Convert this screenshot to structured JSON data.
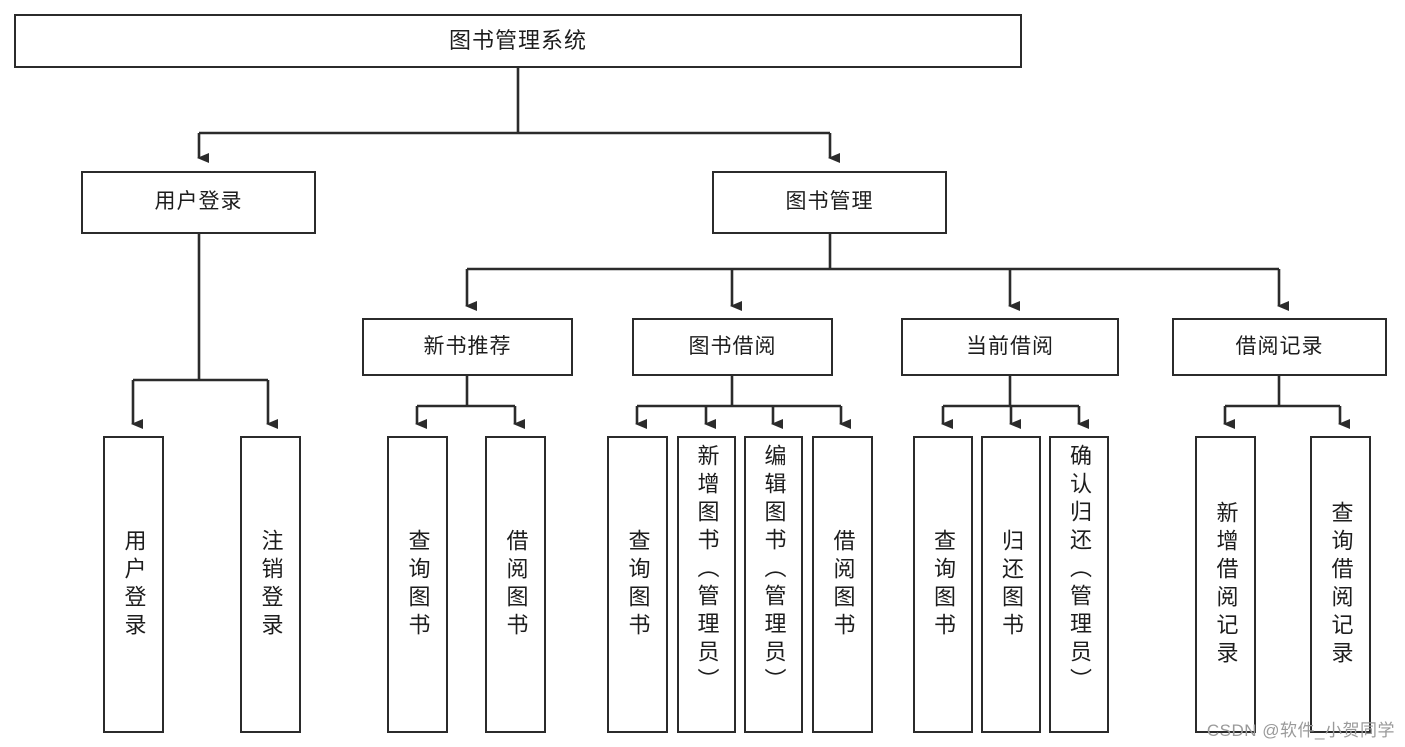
{
  "diagram": {
    "type": "tree",
    "title": "图书管理系统",
    "watermark": "CSDN @软件_小贺同学",
    "colors": {
      "box_border": "#2b2b2b",
      "box_fill": "#ffffff",
      "connector": "#2b2b2b",
      "text": "#1d1d1d",
      "watermark": "#9a9a9a",
      "background": "#ffffff"
    }
  },
  "root": {
    "label": "图书管理系统"
  },
  "level2": [
    {
      "id": "user-login",
      "label": "用户登录"
    },
    {
      "id": "book-management",
      "label": "图书管理"
    }
  ],
  "level3": [
    {
      "id": "new-book-recommend",
      "label": "新书推荐"
    },
    {
      "id": "book-borrow",
      "label": "图书借阅"
    },
    {
      "id": "current-borrow",
      "label": "当前借阅"
    },
    {
      "id": "borrow-record",
      "label": "借阅记录"
    }
  ],
  "leaves": {
    "user_login": [
      {
        "id": "user-login-leaf",
        "label": "用户登录"
      },
      {
        "id": "logout-leaf",
        "label": "注销登录"
      }
    ],
    "new_book_recommend": [
      {
        "id": "query-book-1",
        "label": "查询图书"
      },
      {
        "id": "borrow-book-1",
        "label": "借阅图书"
      }
    ],
    "book_borrow": [
      {
        "id": "query-book-2",
        "label": "查询图书"
      },
      {
        "id": "add-book-admin",
        "label": "新增图书（管理员）"
      },
      {
        "id": "edit-book-admin",
        "label": "编辑图书（管理员）"
      },
      {
        "id": "borrow-book-2",
        "label": "借阅图书"
      }
    ],
    "current_borrow": [
      {
        "id": "query-book-3",
        "label": "查询图书"
      },
      {
        "id": "return-book",
        "label": "归还图书"
      },
      {
        "id": "confirm-return-admin",
        "label": "确认归还（管理员）"
      }
    ],
    "borrow_record": [
      {
        "id": "add-borrow-record",
        "label": "新增借阅记录"
      },
      {
        "id": "query-borrow-record",
        "label": "查询借阅记录"
      }
    ]
  }
}
